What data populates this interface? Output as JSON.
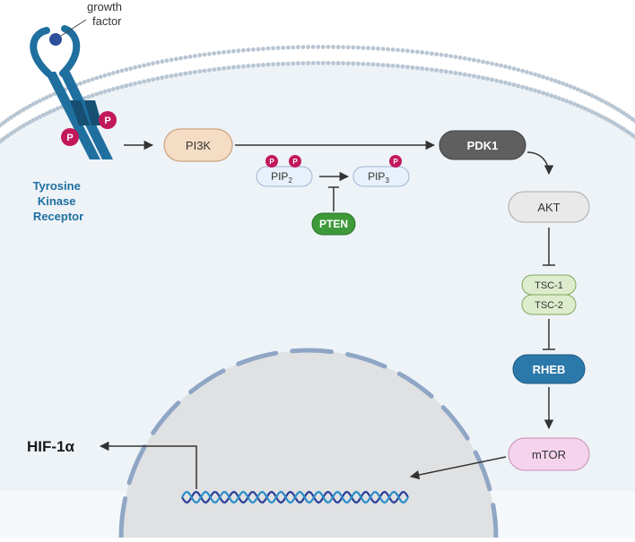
{
  "labels": {
    "growth_factor": [
      "growth",
      "factor"
    ],
    "receptor": [
      "Tyrosine",
      "Kinase",
      "Receptor"
    ],
    "phospho": "P",
    "hif": "HIF-1α"
  },
  "nodes": {
    "pi3k": "PI3K",
    "pip2": "PIP",
    "pip2_sub": "2",
    "pip3": "PIP",
    "pip3_sub": "3",
    "pten": "PTEN",
    "pdk1": "PDK1",
    "akt": "AKT",
    "tsc1": "TSC-1",
    "tsc2": "TSC-2",
    "rheb": "RHEB",
    "mtor": "mTOR"
  },
  "colors": {
    "cytoplasm": "#eef3f8",
    "membrane_head": "#b8c6d3",
    "receptor": "#1f6f9f",
    "receptor_text": "#1f6f9f",
    "ligand": "#2e4f9a",
    "phospho": "#c2185b",
    "pi3k_fill": "#f5dcc4",
    "pip_fill": "#e7f0fb",
    "pten_fill": "#3e9a39",
    "pdk1_fill": "#5f5f5f",
    "akt_fill": "#e9e9e9",
    "tsc_fill": "#ddeccc",
    "rheb_fill": "#2b78aa",
    "mtor_fill": "#f6d3ec",
    "nucleus_fill": "#e0e1e3",
    "nucleus_rim": "#8fa6c5",
    "dna_a": "#2b3f97",
    "dna_b": "#2a8ec7"
  }
}
